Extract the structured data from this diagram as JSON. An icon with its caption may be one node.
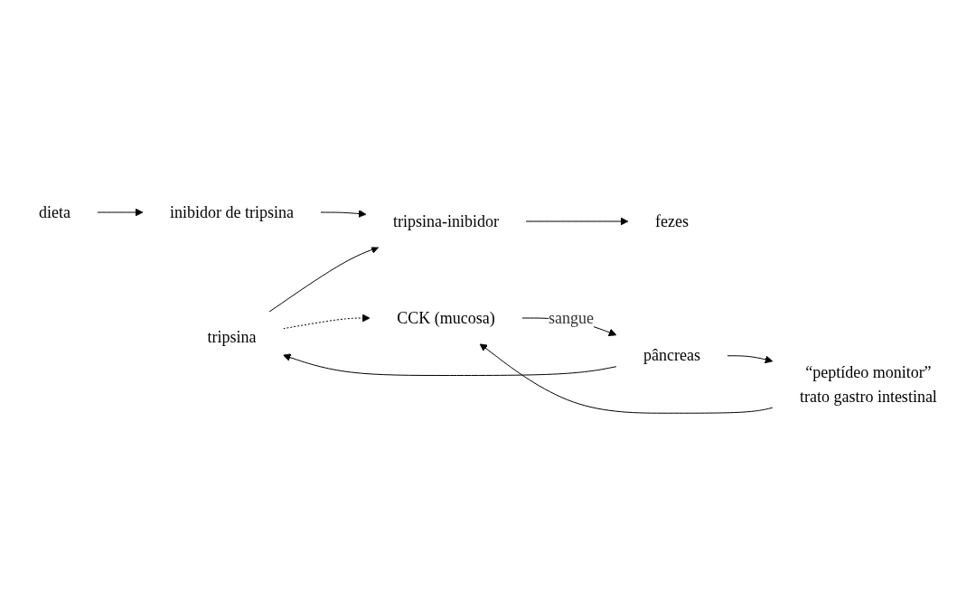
{
  "diagram": {
    "nodes": [
      {
        "text": [
          "dieta"
        ]
      },
      {
        "text": [
          "inibidor de tripsina"
        ]
      },
      {
        "text": [
          "tripsina"
        ]
      },
      {
        "text": [
          "tripsina-inibidor"
        ]
      },
      {
        "text": [
          "fezes"
        ]
      },
      {
        "text": [
          "“peptídeo monitor”",
          "trato gastro intestinal"
        ]
      },
      {
        "text": [
          "pâncreas"
        ]
      },
      {
        "text": [
          "CCK (mucosa)"
        ]
      }
    ],
    "edges": [
      {
        "from": 0,
        "to": 1,
        "arrow": "to"
      },
      {
        "from": 1,
        "to": 3,
        "arrow": "to"
      },
      {
        "from": 2,
        "to": 3,
        "arrow": "to"
      },
      {
        "from": 3,
        "to": 4,
        "arrow": "to"
      },
      {
        "from": 2,
        "to": 7,
        "arrow": "to",
        "style": "dashed"
      },
      {
        "from": 5,
        "to": 7,
        "arrow": "to"
      },
      {
        "from": 7,
        "to": 6,
        "arrow": "to",
        "label": "sangue"
      },
      {
        "from": 6,
        "to": 2,
        "arrow": "to"
      },
      {
        "from": 6,
        "to": 5,
        "arrow": "to"
      }
    ]
  }
}
